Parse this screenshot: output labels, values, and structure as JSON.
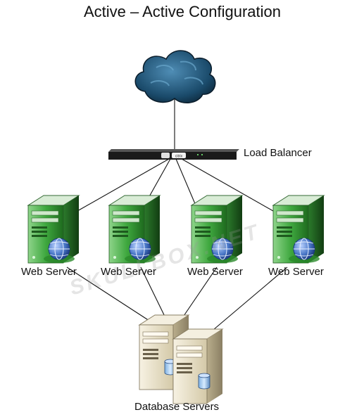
{
  "title": "Active – Active Configuration",
  "load_balancer": {
    "label": "Load Balancer",
    "badge": "citrix"
  },
  "web_servers": [
    {
      "label": "Web Server"
    },
    {
      "label": "Web Server"
    },
    {
      "label": "Web Server"
    },
    {
      "label": "Web Server"
    }
  ],
  "database": {
    "label": "Database Servers"
  },
  "watermark": "SKULLBOX.NET",
  "colors": {
    "cloud": "#1a4a6a",
    "server_green": "#3aa03a",
    "server_dark": "#1f5a1f",
    "db_beige": "#e6ddc4",
    "globe_blue": "#4a78c8",
    "line": "#111111"
  }
}
